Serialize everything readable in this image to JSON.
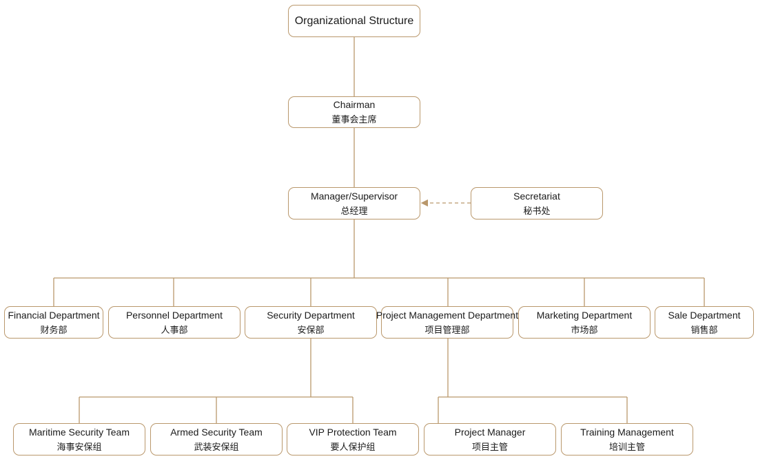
{
  "title": "Organizational Structure",
  "chairman": {
    "en": "Chairman",
    "zh": "董事会主席"
  },
  "manager": {
    "en": "Manager/Supervisor",
    "zh": "总经理"
  },
  "secretariat": {
    "en": "Secretariat",
    "zh": "秘书处"
  },
  "departments": [
    {
      "en": "Financial Department",
      "zh": "财务部"
    },
    {
      "en": "Personnel Department",
      "zh": "人事部"
    },
    {
      "en": "Security Department",
      "zh": "安保部"
    },
    {
      "en": "Project Management Department",
      "zh": "项目管理部"
    },
    {
      "en": "Marketing Department",
      "zh": "市场部"
    },
    {
      "en": "Sale Department",
      "zh": "销售部"
    }
  ],
  "security_teams": [
    {
      "en": "Maritime Security Team",
      "zh": "海事安保组"
    },
    {
      "en": "Armed Security Team",
      "zh": "武装安保组"
    },
    {
      "en": "VIP Protection Team",
      "zh": "要人保护组"
    }
  ],
  "project_units": [
    {
      "en": "Project Manager",
      "zh": "项目主管"
    },
    {
      "en": "Training Management",
      "zh": "培训主管"
    }
  ],
  "colors": {
    "border": "#b9976b",
    "line": "#b9976b"
  }
}
